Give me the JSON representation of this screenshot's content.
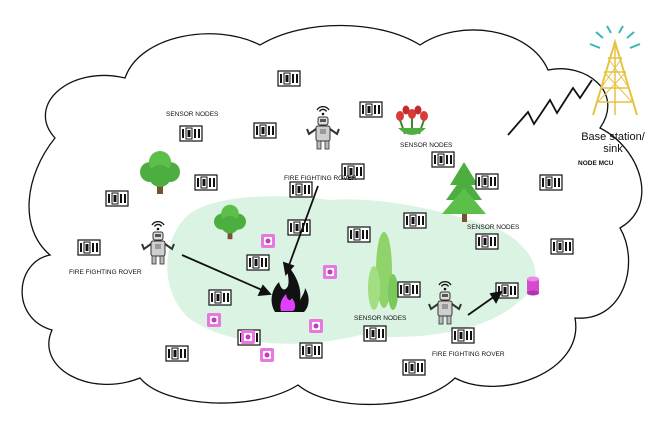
{
  "labels": {
    "sensor_nodes_top": "SENSOR NODES",
    "sensor_nodes_flower": "SENSOR NODES",
    "sensor_nodes_right": "SENSOR NODES",
    "sensor_nodes_bottom": "SENSOR NODES",
    "fire_rover_top": "FIRE FIGHTING ROVER",
    "fire_rover_left": "FIRE FIGHTING ROVER",
    "fire_rover_bottom": "FIRE FIGHTING ROVER",
    "base_station_line1": "Base station/",
    "base_station_line2": "sink",
    "node_mcu": "NODE MCU"
  },
  "colors": {
    "fire_area": "#daf3e3",
    "fire": "#e040fb",
    "tree": "#4cae3e",
    "tower": "#e6c341",
    "tower_signal": "#3bb6b1",
    "node_mcu": "#d44bd0",
    "pink_sensor": "#e678e0",
    "flower": "#d93b3b"
  },
  "icons": [
    "sensor-node-icon",
    "pink-sensor-icon",
    "rover-robot-icon",
    "fire-icon",
    "tree-icon",
    "flower-icon",
    "base-tower-icon",
    "node-mcu-icon"
  ]
}
